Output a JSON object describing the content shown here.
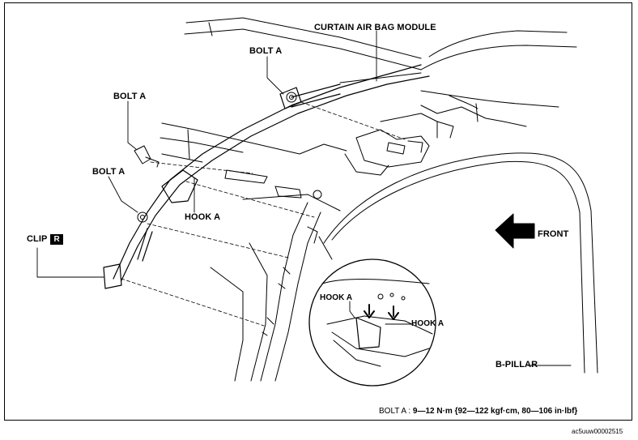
{
  "labels": {
    "curtain_air_bag_module": "CURTAIN AIR BAG MODULE",
    "bolt_a": "BOLT A",
    "hook_a": "HOOK A",
    "clip": "CLIP",
    "clip_badge": "R",
    "front": "FRONT",
    "b_pillar": "B-PILLAR"
  },
  "spec": {
    "label": "BOLT A :",
    "value": "9—12 N·m {92—122 kgf·cm, 80—106 in·lbf}"
  },
  "figure_code": "ac5uuw00002515"
}
